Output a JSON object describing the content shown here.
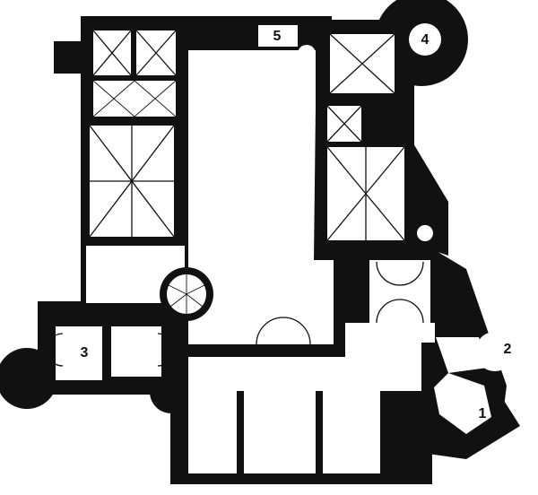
{
  "colors": {
    "wall": "#111111",
    "floor": "#ffffff"
  },
  "labels": {
    "tower_1": "1",
    "tower_2": "2",
    "tower_3": "3",
    "tower_4": "4",
    "room_5": "5"
  }
}
